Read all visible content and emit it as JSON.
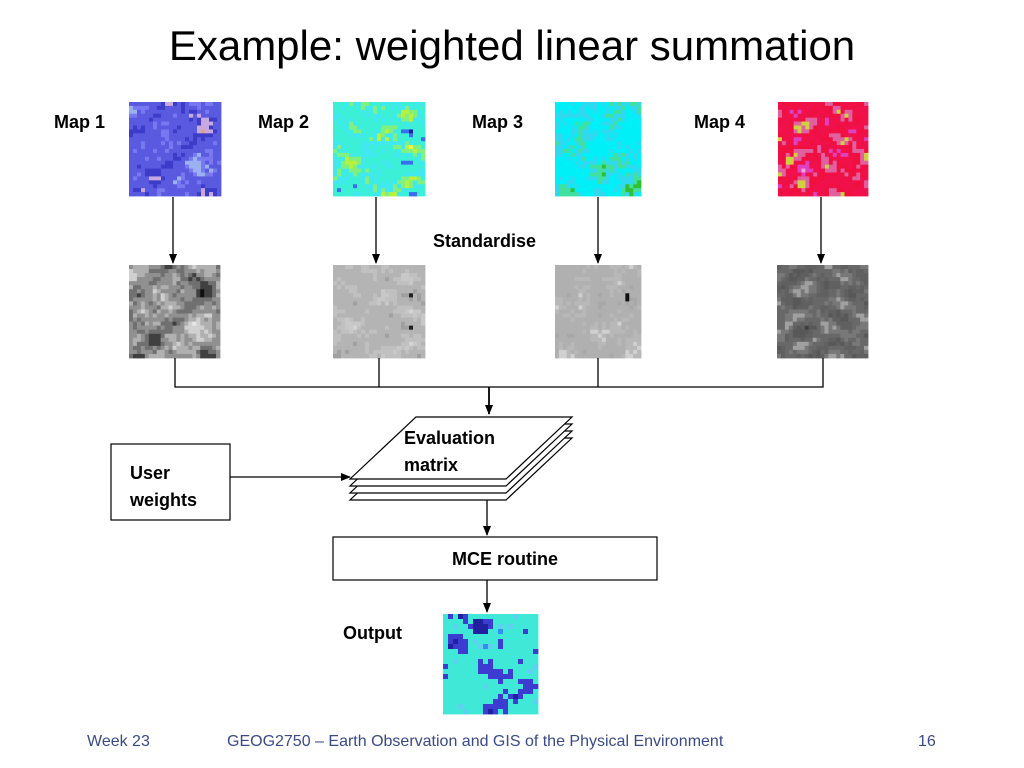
{
  "slide": {
    "title": "Example: weighted linear summation",
    "maps": [
      {
        "label": "Map 1"
      },
      {
        "label": "Map 2"
      },
      {
        "label": "Map 3"
      },
      {
        "label": "Map 4"
      }
    ],
    "standardise_label": "Standardise",
    "evaluation_matrix_lines": [
      "Evaluation",
      "matrix"
    ],
    "user_weights_lines": [
      "User",
      "weights"
    ],
    "mce_routine_label": "MCE routine",
    "output_label": "Output"
  },
  "colors": {
    "title": "#000000",
    "footer_text": "#3a4a88",
    "map1_dominant": "#5a5ae0",
    "map2_dominant": "#3cf0d8",
    "map3_dominant": "#00f0f8",
    "map4_dominant": "#f0104a",
    "output_dominant": "#40e8d8"
  },
  "footer": {
    "left": "Week 23",
    "center": "GEOG2750 – Earth Observation and GIS of the Physical Environment",
    "page": "16"
  }
}
